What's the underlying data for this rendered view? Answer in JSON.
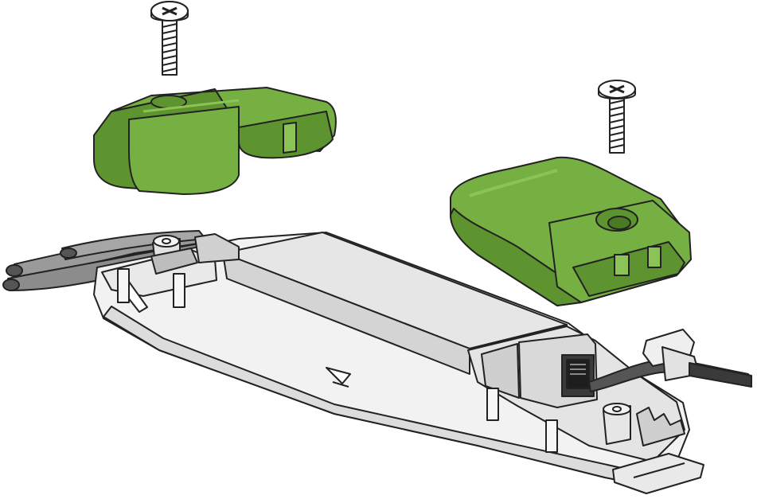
{
  "diagram": {
    "colors": {
      "cap_fill": "#76b043",
      "cap_shade": "#5e9430",
      "cap_highlight": "#8cc357",
      "outline": "#222222",
      "housing_light": "#f2f2f2",
      "housing_mid": "#dcdcdc",
      "housing_dark": "#c2c2c2",
      "cable_gray": "#9a9a9a",
      "wire_dark": "#3a3a3a",
      "screw_fill": "#ffffff",
      "background": "#ffffff"
    },
    "parts": [
      {
        "id": "screw-left",
        "icon": "screw-icon"
      },
      {
        "id": "screw-right",
        "icon": "screw-icon"
      },
      {
        "id": "end-cap-left",
        "icon": "end-cap-icon"
      },
      {
        "id": "end-cap-right",
        "icon": "end-cap-icon"
      },
      {
        "id": "housing",
        "icon": "housing-icon"
      },
      {
        "id": "cable-left",
        "icon": "cable-icon"
      },
      {
        "id": "cable-right",
        "icon": "flat-cable-icon"
      },
      {
        "id": "rj-jack",
        "icon": "rj-jack-icon"
      }
    ]
  }
}
